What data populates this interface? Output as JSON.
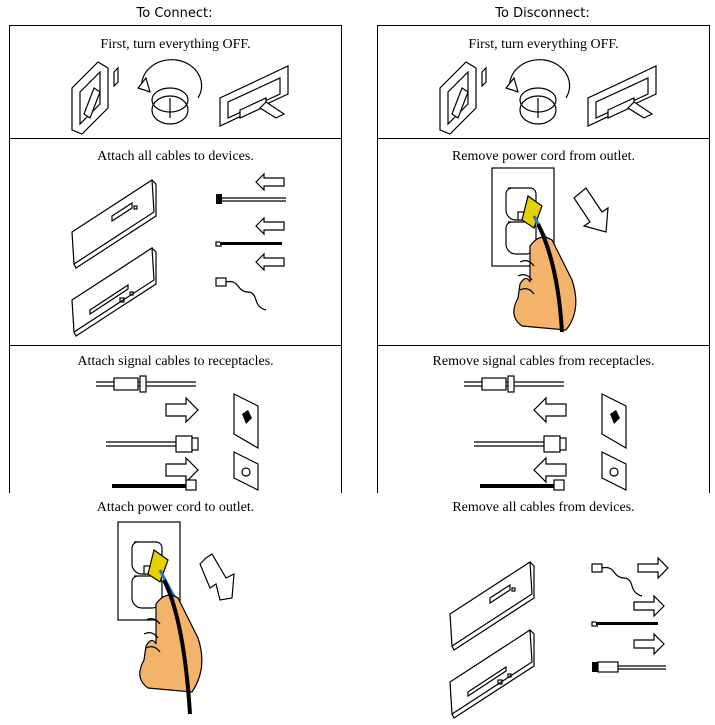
{
  "columns": {
    "connect_title": "To Connect:",
    "disconnect_title": "To Disconnect:"
  },
  "connect_steps": [
    "First, turn everything OFF.",
    "Attach all cables to devices.",
    "Attach signal cables to receptacles.",
    "Attach power cord to outlet."
  ],
  "disconnect_steps": [
    "First, turn everything OFF.",
    "Remove power cord from outlet.",
    "Remove signal cables from receptacles.",
    "Remove all cables from devices."
  ],
  "colors": {
    "hand": "#f4b36b",
    "plug": "#e6d200",
    "wire": "#2a6fd6"
  }
}
